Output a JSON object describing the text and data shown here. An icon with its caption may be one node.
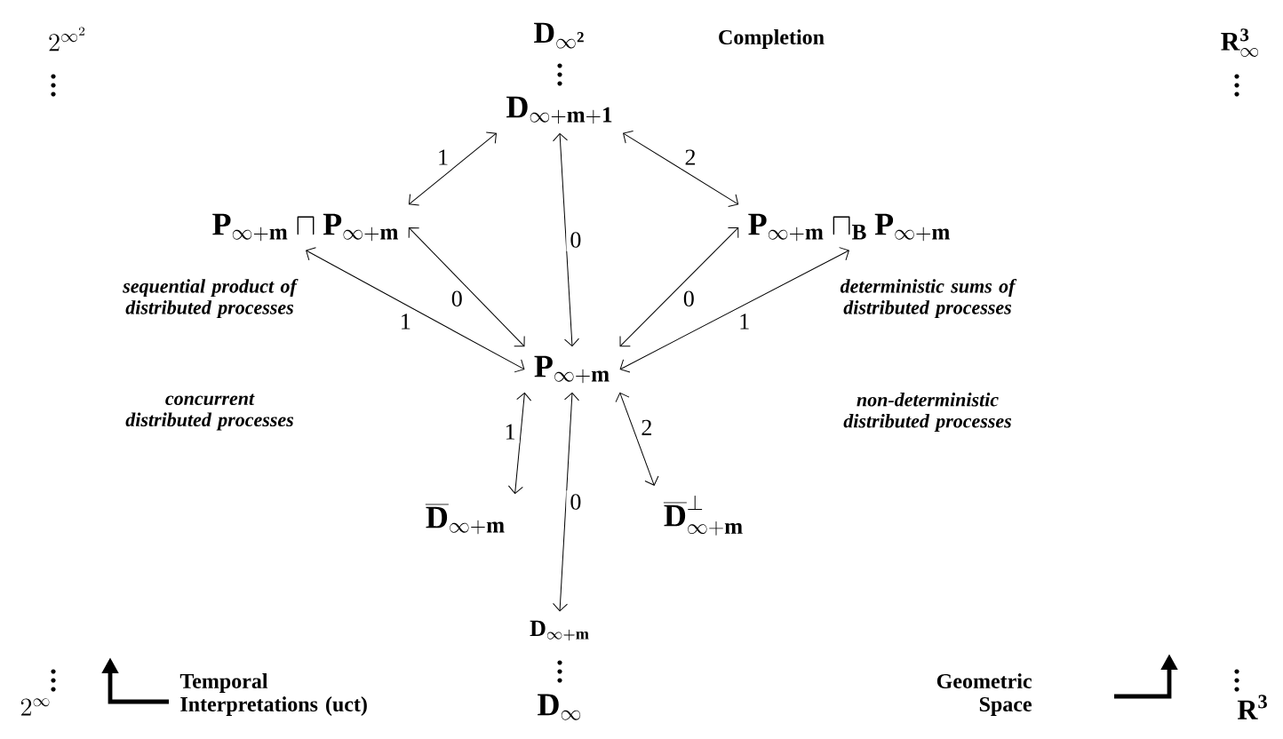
{
  "diagram": {
    "nodes": [
      {
        "text": [
          "\\mathbf{P}_{\\infty+\\mathbf{m}}"
        ]
      },
      {
        "text": [
          "\\mathbf{D}_{\\infty+\\mathbf{m}+\\mathbf{1}}"
        ]
      },
      {
        "text": [
          "\\mathbf{P}_{\\infty+\\mathbf{m}}\\sqcap\\mathbf{P}_{\\infty+\\mathbf{m}}"
        ]
      },
      {
        "text": [
          "\\mathbf{P}_{\\infty+\\mathbf{m}}\\sqcap_{\\mathbf{B}}\\mathbf{P}_{\\infty+\\mathbf{m}}"
        ]
      },
      {
        "text": [
          "\\overline{\\mathbf{D}}_{\\infty+\\mathbf{m}}"
        ]
      },
      {
        "text": [
          "\\overline{\\mathbf{D}}^{\\perp}_{\\infty+\\mathbf{m}}"
        ]
      },
      {
        "text": [
          "\\mathbf{D}_{\\infty+\\mathbf{m}}"
        ]
      }
    ],
    "edges": [
      {
        "from": 2,
        "to": 1,
        "arrow": "both",
        "label": "1"
      },
      {
        "from": 1,
        "to": 0,
        "arrow": "both",
        "label": "0"
      },
      {
        "from": 1,
        "to": 3,
        "arrow": "both",
        "label": "2"
      },
      {
        "from": 2,
        "to": 0,
        "arrow": "both",
        "label": "0"
      },
      {
        "from": 0,
        "to": 3,
        "arrow": "both",
        "label": "0"
      },
      {
        "from": 2,
        "to": 0,
        "arrow": "both",
        "label": "1"
      },
      {
        "from": 0,
        "to": 3,
        "arrow": "both",
        "label": "1"
      },
      {
        "from": 4,
        "to": 0,
        "arrow": "both",
        "label": "1"
      },
      {
        "from": 0,
        "to": 5,
        "arrow": "both",
        "label": "2"
      },
      {
        "from": 0,
        "to": 6,
        "arrow": "both",
        "label": "0"
      }
    ],
    "labels": [
      "2^{\\infty^{2}}",
      "\\mathbf{D}_{\\infty^{\\mathbf{2}}}",
      "Completion",
      "\\mathbf{R}^{\\mathbf{3}}_{\\infty}",
      "sequential product of distributed processes",
      "deterministic sums of distributed processes",
      "concurrent distributed processes",
      "non-deterministic distributed processes",
      "2^{\\infty}",
      "Temporal Interpretations (uct)",
      "\\mathbf{D}_{\\infty}",
      "Geometric Space",
      "\\mathbf{R}^{\\mathbf{3}}"
    ]
  }
}
